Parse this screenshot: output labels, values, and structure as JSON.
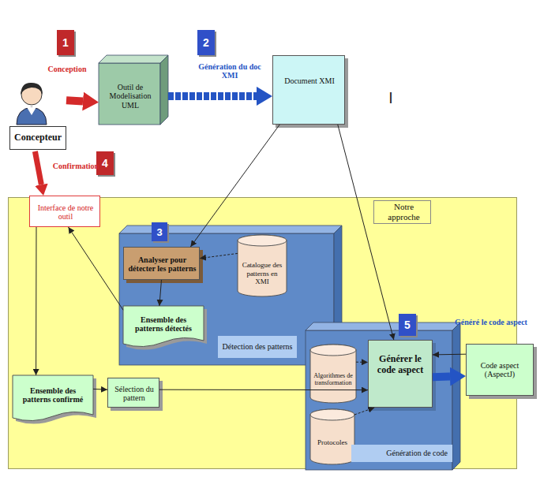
{
  "diagram": {
    "nodes": [
      {
        "text": [
          "Concepteur"
        ]
      },
      {
        "text": [
          "Outil de Modelisation UML"
        ]
      },
      {
        "text": [
          "Document XMI"
        ]
      },
      {
        "text": [
          "Notre approche"
        ]
      },
      {
        "text": [
          "Interface de notre outil"
        ],
        "in": 3
      },
      {
        "text": [
          "Détection des patterns"
        ],
        "in": 3
      },
      {
        "text": [
          "Analyser pour détecter les patterns"
        ],
        "in": 5
      },
      {
        "text": [
          "Catalogue des patterns en XMI"
        ],
        "in": 5
      },
      {
        "text": [
          "Ensemble des patterns détectés"
        ],
        "in": 5
      },
      {
        "text": [
          "Ensemble des patterns confirmé"
        ],
        "in": 3
      },
      {
        "text": [
          "Sélection du pattern"
        ],
        "in": 3
      },
      {
        "text": [
          "Génération de code"
        ],
        "in": 3
      },
      {
        "text": [
          "Algorithmes de transformation"
        ],
        "in": 11
      },
      {
        "text": [
          "Protocoles"
        ],
        "in": 11
      },
      {
        "text": [
          "Générer le code aspect"
        ],
        "in": 11
      },
      {
        "text": [
          "Code aspect (AspectJ)"
        ]
      }
    ],
    "edges": [
      {
        "from": 0,
        "to": 1,
        "label": "Conception",
        "arrow": "to"
      },
      {
        "from": 1,
        "to": 2,
        "label": "Génération du doc XMI",
        "arrow": "to"
      },
      {
        "from": 0,
        "to": 4,
        "label": "Confirmation",
        "arrow": "to"
      },
      {
        "from": 2,
        "to": 6,
        "arrow": "to"
      },
      {
        "from": 2,
        "to": 14,
        "arrow": "to"
      },
      {
        "from": 7,
        "to": 6,
        "arrow": "to"
      },
      {
        "from": 6,
        "to": 8,
        "arrow": "to"
      },
      {
        "from": 8,
        "to": 4,
        "arrow": "to"
      },
      {
        "from": 4,
        "to": 9,
        "arrow": "to"
      },
      {
        "from": 9,
        "to": 10,
        "arrow": "to"
      },
      {
        "from": 10,
        "to": 14,
        "arrow": "to"
      },
      {
        "from": 12,
        "to": 14,
        "arrow": "to"
      },
      {
        "from": 13,
        "to": 14,
        "arrow": "to"
      },
      {
        "from": 14,
        "to": 15,
        "label": "Généré le code aspect",
        "arrow": "to"
      },
      {
        "from": 15,
        "to": 14,
        "arrow": "to"
      }
    ],
    "labels": [
      "1",
      "2",
      "3",
      "4",
      "5",
      "|"
    ]
  }
}
